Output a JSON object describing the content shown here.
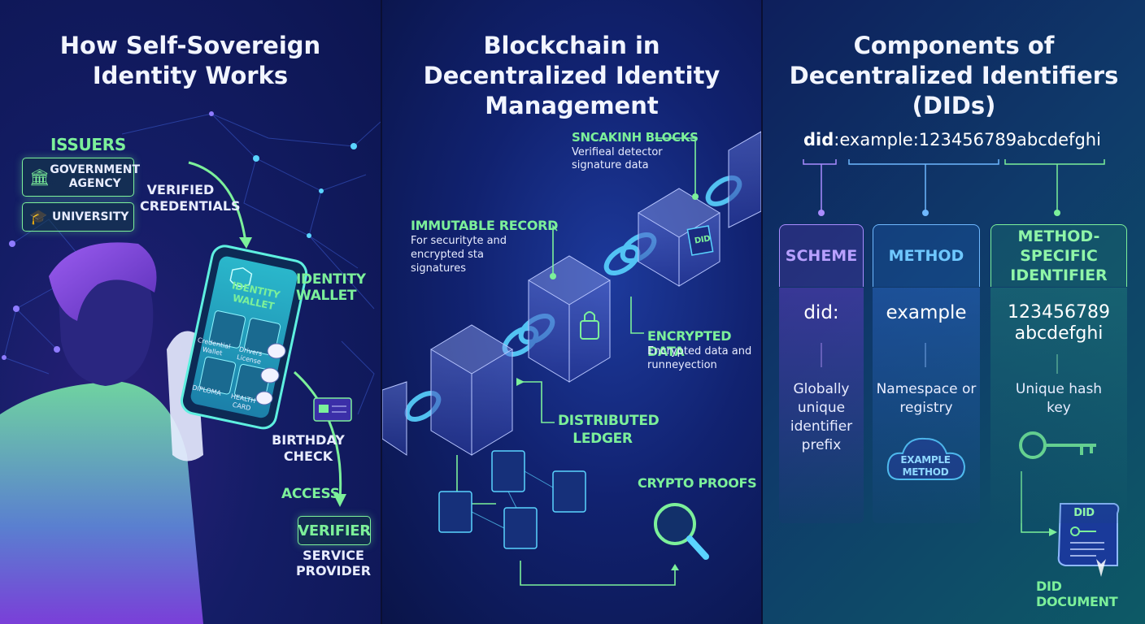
{
  "panels": {
    "ssi": {
      "title": "How Self-Sovereign Identity Works",
      "issuers_label": "ISSUERS",
      "issuer_government": "GOVERNMENT AGENCY",
      "issuer_university": "UNIVERSITY",
      "verified_credentials": "VERIFIED CREDENTIALS",
      "phone_title": "IDENTITY WALLET",
      "phone_items": [
        "Credential Wallet",
        "Drivers License",
        "DIPLOMA",
        "HEALTH CARD"
      ],
      "identity_wallet": "IDENTITY WALLET",
      "birthday_check": "BIRTHDAY CHECK",
      "access": "ACCESS",
      "verifier": "VERIFIER",
      "service_provider": "SERVICE PROVIDER"
    },
    "blockchain": {
      "title": "Blockchain in Decentralized Identity Management",
      "snackinh_title": "SNCAKINH BLOCKS",
      "snackinh_desc": "Verifieal detector signature data",
      "immutable_title": "IMMUTABLE RECORD",
      "immutable_desc": "For securityte and encrypted sta signatures",
      "encrypted_title": "ENCRYPTED DATA",
      "encrypted_desc": "Encrypted data and runneyection",
      "distributed_title": "DISTRIBUTED LEDGER",
      "crypto_title": "CRYPTO PROOFS",
      "block_label": "DID"
    },
    "dids": {
      "title": "Components of Decentralized Identifiers (DIDs)",
      "did_prefix": "did",
      "did_rest": ":example:123456789abcdefghi",
      "cards": [
        {
          "head": "SCHEME",
          "value": "did:",
          "desc": "Globally unique identifier prefix"
        },
        {
          "head": "METHOD",
          "value": "example",
          "desc": "Namespace or registry"
        },
        {
          "head": "METHOD-SPECIFIC IDENTIFIER",
          "value": "123456789 abcdefghi",
          "desc": "Unique hash key"
        }
      ],
      "cloud_label": "EXAMPLE METHOD",
      "doc_label": "DID",
      "did_document": "DID DOCUMENT"
    }
  },
  "colors": {
    "accent_green": "#7cf09a",
    "accent_cyan": "#5ad4ff",
    "accent_purple": "#a98cff",
    "accent_blue": "#6fb8ff"
  }
}
